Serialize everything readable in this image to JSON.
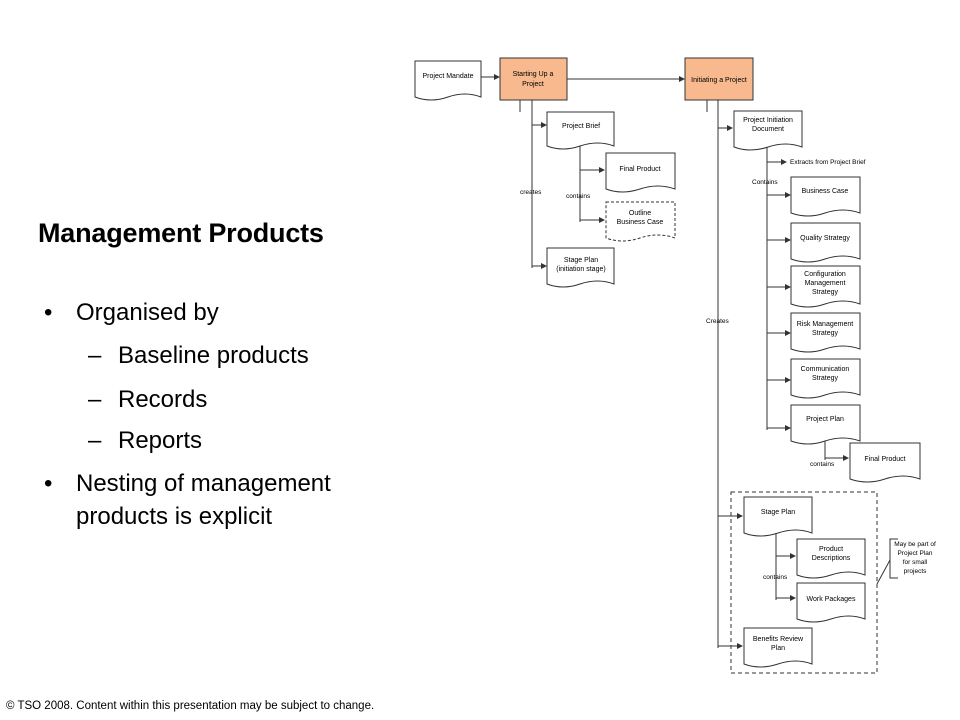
{
  "slide": {
    "title": "Management Products",
    "bullets": [
      "Organised by",
      "Baseline products",
      "Records",
      "Reports",
      "Nesting of management",
      "products is explicit"
    ],
    "bullet_glyph": "•",
    "dash_glyph": "–",
    "footer": "© TSO 2008.  Content  within this presentation may be subject to change."
  },
  "diagram": {
    "project_mandate": "Project Mandate",
    "starting_up": [
      "Starting Up a",
      "Project"
    ],
    "initiating": "Initiating a Project",
    "project_brief": "Project Brief",
    "final_product_1": "Final Product",
    "outline_business_case": [
      "Outline",
      "Business Case"
    ],
    "stage_plan_initiation": [
      "Stage Plan",
      "(initiation stage)"
    ],
    "label_creates_1": "creates",
    "label_contains_1": "contains",
    "pid": [
      "Project Initiation",
      "Document"
    ],
    "extracts": "Extracts from Project Brief",
    "label_contains_2": "Contains",
    "business_case": "Business Case",
    "quality_strategy": "Quality Strategy",
    "config_mgmt": [
      "Configuration",
      "Management",
      "Strategy"
    ],
    "risk_mgmt": [
      "Risk Management",
      "Strategy"
    ],
    "communication": [
      "Communication",
      "Strategy"
    ],
    "project_plan": "Project Plan",
    "label_contains_3": "contains",
    "final_product_2": "Final Product",
    "label_creates_2": "Creates",
    "stage_plan": "Stage Plan",
    "product_descriptions": [
      "Product",
      "Descriptions"
    ],
    "label_contains_4": "contains",
    "work_packages": "Work Packages",
    "benefits_review": [
      "Benefits Review",
      "Plan"
    ],
    "note": [
      "May be part of",
      "Project Plan",
      "for small",
      "projects"
    ],
    "colors": {
      "process_fill": "#f7b98d",
      "stroke": "#333333"
    }
  }
}
